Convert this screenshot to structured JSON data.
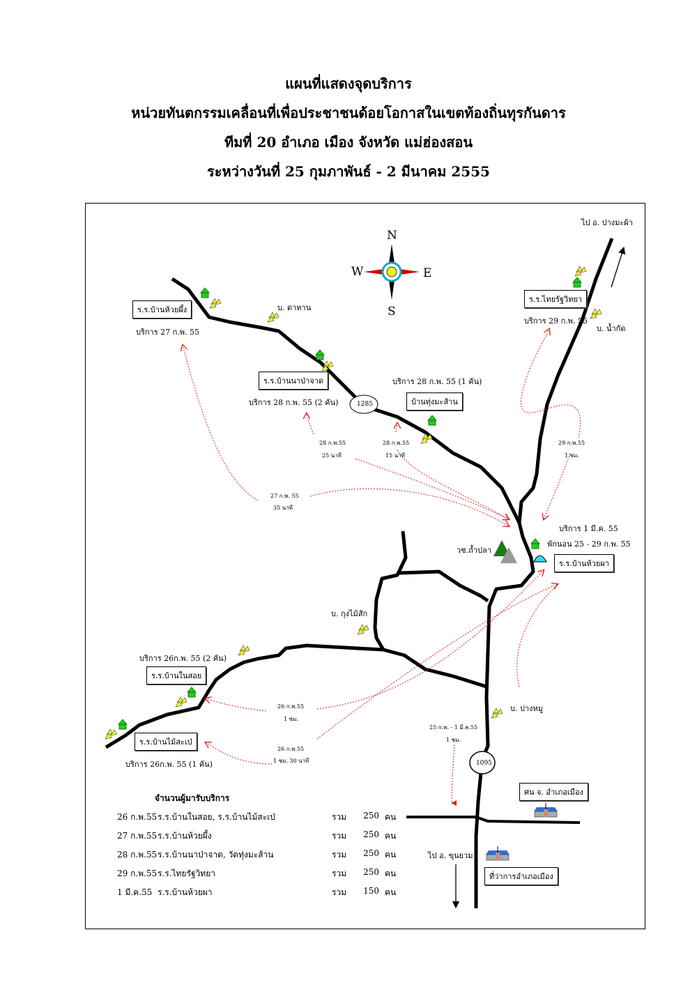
{
  "header": {
    "line1": "แผนที่แสดงจุดบริการ",
    "line2": "หน่วยทันตกรรมเคลื่อนที่เพื่อประชาชนด้อยโอกาสในเขตท้องถิ่นทุรกันดาร",
    "line3": "ทีมที่ 20 อำเภอ เมือง จังหวัด แม่ฮ่องสอน",
    "line4": "ระหว่างวันที่  25 กุมภาพันธ์ - 2 มีนาคม 2555"
  },
  "compass": {
    "n": "N",
    "s": "S",
    "e": "E",
    "w": "W"
  },
  "roads": {
    "r1285": "1285",
    "r1095": "1095"
  },
  "directions": {
    "to_pangmapha": "ไป อ. ปางมะผ้า",
    "to_khunyuam": "ไป อ. ขุนยวม"
  },
  "villages": {
    "dahan": "บ. ดาหาน",
    "namkad": "บ. น้ำกัด",
    "kungmaisak": "บ. กุงไม้สัก",
    "pangmu": "บ. ปางหมู",
    "thampla": "วช.ถ้ำปลา"
  },
  "sites": {
    "huaipueng": {
      "name": "ร.ร.บ้านห้วยผึ้ง",
      "service": "บริการ 27 ก.พ. 55"
    },
    "napajad": {
      "name": "ร.ร.บ้านนาป่าจาด",
      "service": "บริการ 28 ก.พ. 55 (2 คัน)"
    },
    "thungmasan": {
      "name": "บ้านทุ่งมะส้าน",
      "service": "บริการ 28 ก.พ. 55 (1 คัน)"
    },
    "thairat": {
      "name": "ร.ร.ไทยรัฐวิทยา",
      "service": "บริการ 29 ก.พ. 55"
    },
    "huaipha": {
      "name": "ร.ร.บ้านห้วยผา",
      "service": "บริการ 1 มี.ค. 55",
      "stay": "พักนอน 25 - 29 ก.พ. 55"
    },
    "naisoi": {
      "name": "ร.ร.บ้านในสอย",
      "service": "บริการ 26ก.พ. 55 (2 คัน)"
    },
    "maisape": {
      "name": "ร.ร.บ้านไม้สะเป่",
      "service": "บริการ 26ก.พ. 55 (1 คัน)"
    },
    "health": {
      "name": "ศน จ. อำเภอเมือง"
    },
    "district": {
      "name": "ที่ว่าการอำเภอเมือง"
    }
  },
  "trips": [
    {
      "date": "27 ก.พ. 55",
      "time": "35 นาที"
    },
    {
      "date": "28 ก.พ.55",
      "time": "25 นาที"
    },
    {
      "date": "28 ก.พ.55",
      "time": "15 นาที"
    },
    {
      "date": "29 ก.พ.55",
      "time": "1 ชม."
    },
    {
      "date": "26 ก.พ.55",
      "time": "1 ชม."
    },
    {
      "date": "26 ก.พ.55",
      "time": "1 ชม. 30 นาที"
    },
    {
      "date": "25 ก.พ. - 1 มี.ค.55",
      "time": "1 ชม."
    }
  ],
  "summary": {
    "title": "จำนวนผู้มารับบริการ",
    "rows": [
      {
        "date": "26 ก.พ.55",
        "place": "ร.ร.บ้านในสอย, ร.ร.บ้านไม้สะเป่",
        "total": "รวม",
        "count": "250",
        "unit": "คน"
      },
      {
        "date": "27 ก.พ.55",
        "place": "ร.ร.บ้านห้วยผึ้ง",
        "total": "รวม",
        "count": "250",
        "unit": "คน"
      },
      {
        "date": "28 ก.พ.55",
        "place": "ร.ร.บ้านนาป่าจาด, วัดทุ่งมะส้าน",
        "total": "รวม",
        "count": "250",
        "unit": "คน"
      },
      {
        "date": "29 ก.พ.55",
        "place": "ร.ร.ไทยรัฐวิทยา",
        "total": "รวม",
        "count": "250",
        "unit": "คน"
      },
      {
        "date": "1 มี.ค.55",
        "place": "ร.ร.บ้านห้วยผา",
        "total": "รวม",
        "count": "150",
        "unit": "คน"
      }
    ]
  },
  "colors": {
    "road": "#000000",
    "route": "#e02020",
    "house": "#22c022",
    "village": "#ffee22"
  }
}
